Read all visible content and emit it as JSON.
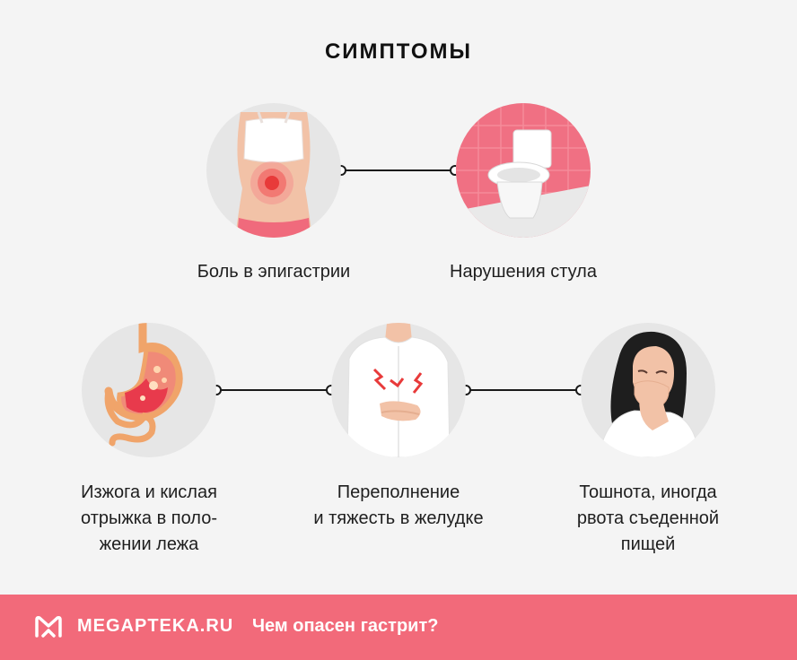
{
  "title": "СИМПТОМЫ",
  "symptoms": [
    {
      "label": "Боль в эпигастрии"
    },
    {
      "label": "Нарушения стула"
    },
    {
      "label": "Изжога и кислая\nотрыжка в поло-\nжении лежа"
    },
    {
      "label": "Переполнение\nи тяжесть в желудке"
    },
    {
      "label": "Тошнота, иногда\nрвота съеденной\nпищей"
    }
  ],
  "footer": {
    "brand": "MEGAPTEKA.RU",
    "tagline": "Чем опасен гастрит?"
  },
  "colors": {
    "accent": "#f26a7a",
    "background": "#f4f4f4",
    "circle": "#e6e6e6"
  },
  "icons": [
    "torso-pain-icon",
    "toilet-icon",
    "stomach-icon",
    "abdominal-discomfort-icon",
    "nausea-woman-icon",
    "megapteka-logo-icon"
  ]
}
